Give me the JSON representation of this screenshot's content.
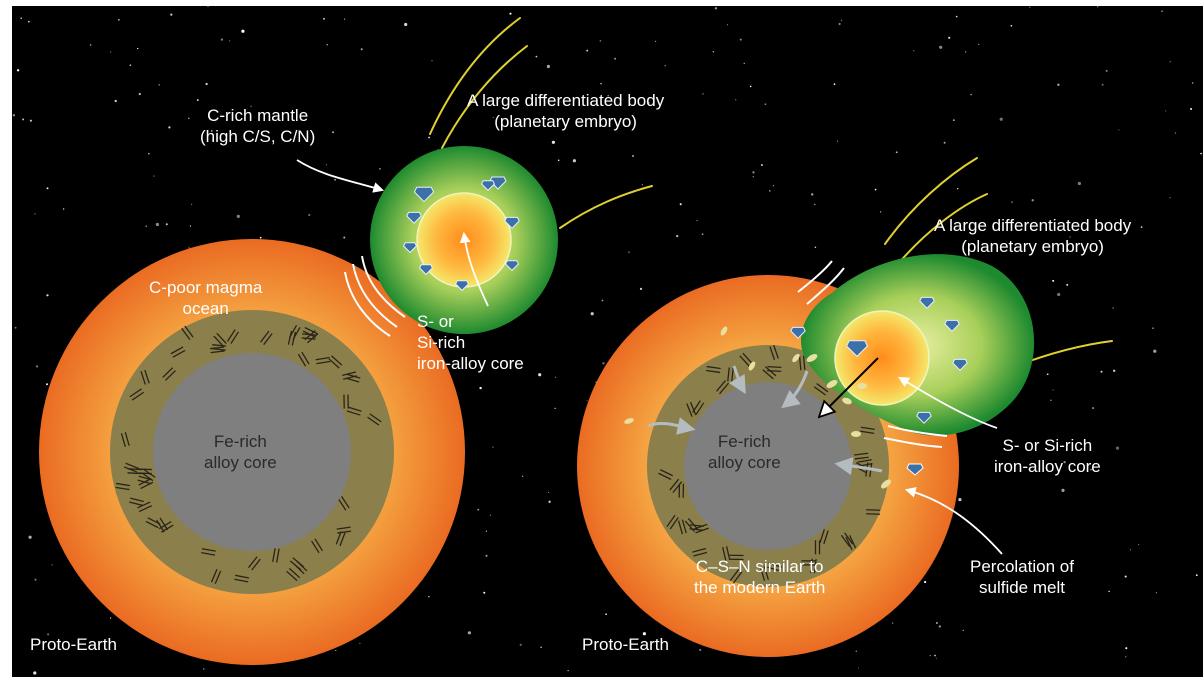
{
  "colors": {
    "space": "#000000",
    "magma_outer": "#ea6b22",
    "magma_inner": "#f7b24a",
    "mantle": "#8b7f4b",
    "core": "#7f7f7f",
    "embryo_outer": "#1e8a2f",
    "embryo_mid": "#a8cf5a",
    "embryo_core_center": "#ff9a2a",
    "embryo_core_edge": "#f4e86a",
    "arrow": "#ffffff",
    "streak": "#e0d030",
    "diamond": "#3d6fa8"
  },
  "labels": {
    "left_embryo_title": "A large differentiated body\n(planetary embryo)",
    "left_embryo_mantle": "C-rich mantle\n(high C/S, C/N)",
    "left_embryo_core": "S- or\nSi-rich\niron-alloy core",
    "left_magma_ocean": "C-poor magma\nocean",
    "left_core": "Fe-rich\nalloy core",
    "left_proto_earth": "Proto-Earth",
    "right_embryo_title": "A large differentiated body\n(planetary embryo)",
    "right_embryo_core": "S- or Si-rich\niron-alloy core",
    "right_core": "Fe-rich\nalloy core",
    "right_csn": "C–S–N similar to\nthe modern Earth",
    "right_percolation": "Percolation of\nsulfide melt",
    "right_proto_earth": "Proto-Earth"
  }
}
